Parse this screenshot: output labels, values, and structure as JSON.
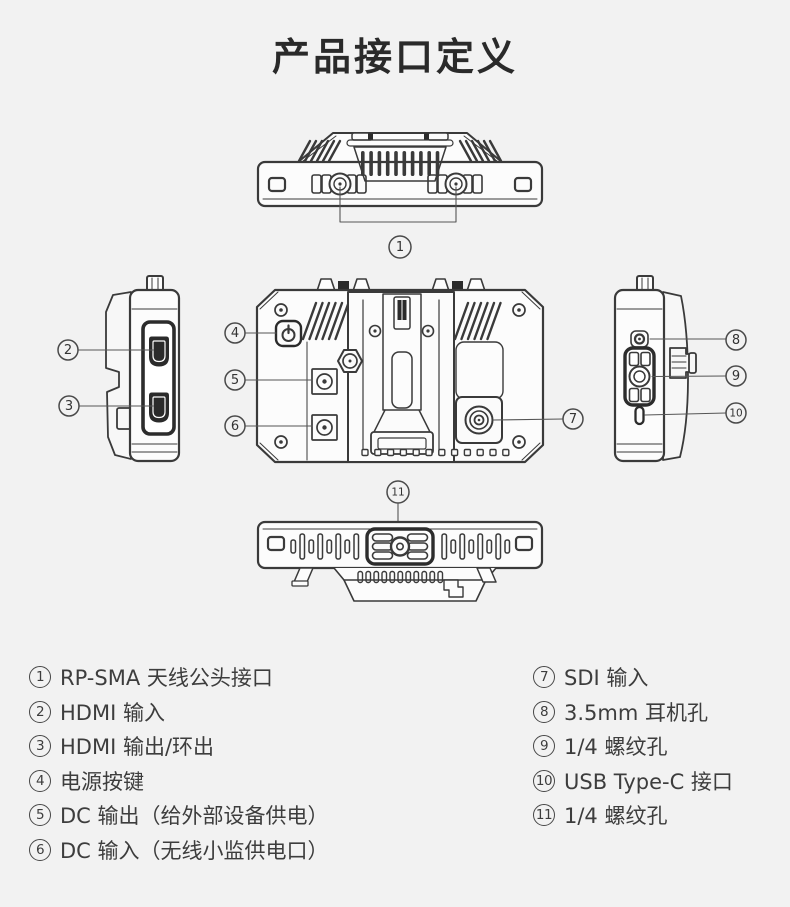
{
  "page": {
    "title": "产品接口定义",
    "background": "#f2f2f2",
    "ink_color": "#3a3a3a"
  },
  "callouts": {
    "c1": "1",
    "c2": "2",
    "c3": "3",
    "c4": "4",
    "c5": "5",
    "c6": "6",
    "c7": "7",
    "c8": "8",
    "c9": "9",
    "c10": "10",
    "c11": "11"
  },
  "legend": {
    "left": [
      {
        "num": "1",
        "label": "RP-SMA 天线公头接口"
      },
      {
        "num": "2",
        "label": "HDMI 输入"
      },
      {
        "num": "3",
        "label": "HDMI 输出/环出"
      },
      {
        "num": "4",
        "label": "电源按键"
      },
      {
        "num": "5",
        "label": "DC 输出（给外部设备供电）"
      },
      {
        "num": "6",
        "label": "DC 输入（无线小监供电口）"
      }
    ],
    "right": [
      {
        "num": "7",
        "label": "SDI 输入"
      },
      {
        "num": "8",
        "label": "3.5mm 耳机孔"
      },
      {
        "num": "9",
        "label": "1/4 螺纹孔"
      },
      {
        "num": "10",
        "label": "USB Type-C 接口"
      },
      {
        "num": "11",
        "label": "1/4 螺纹孔"
      }
    ]
  }
}
